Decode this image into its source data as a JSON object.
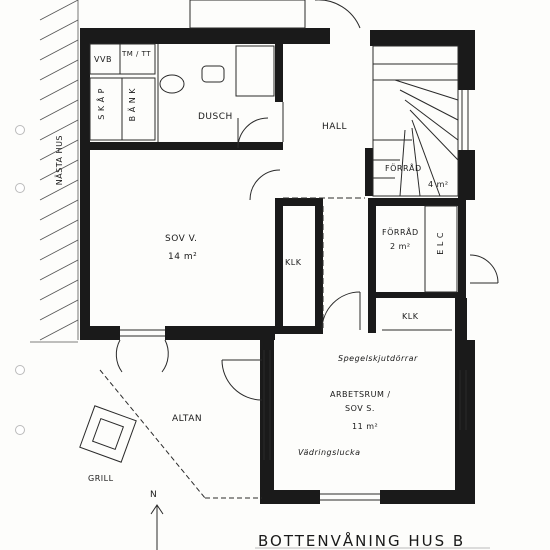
{
  "labels": {
    "top_room": "—",
    "vvb": "VVB",
    "tm_tt": "TM / TT",
    "skap": "S K Å P",
    "bank": "B Ä N K",
    "dusch": "DUSCH",
    "hall": "HALL",
    "forrad_stair": "FÖRRÅD",
    "forrad_stair_area": "4 m²",
    "sov_v": "SOV V.",
    "sov_v_area": "14 m²",
    "klk_center": "KLK",
    "forrad_mid": "FÖRRÅD",
    "forrad_mid_area": "2 m²",
    "elc": "E L C",
    "klk_right": "KLK",
    "spegel": "Spegelskjutdörrar",
    "arbetsrum": "ARBETSRUM /",
    "sov_s": "SOV S.",
    "sov_s_area": "11 m²",
    "altan": "ALTAN",
    "vadrings": "Vädringslucka",
    "grill": "GRILL",
    "north": "N",
    "nasta_hus": "NÄSTA HUS",
    "title": "BOTTENVÅNING HUS B"
  },
  "colors": {
    "wall": "#1a1a1a",
    "line": "#2a2a2a",
    "hatch": "#555555",
    "paper": "#fdfdfb"
  }
}
